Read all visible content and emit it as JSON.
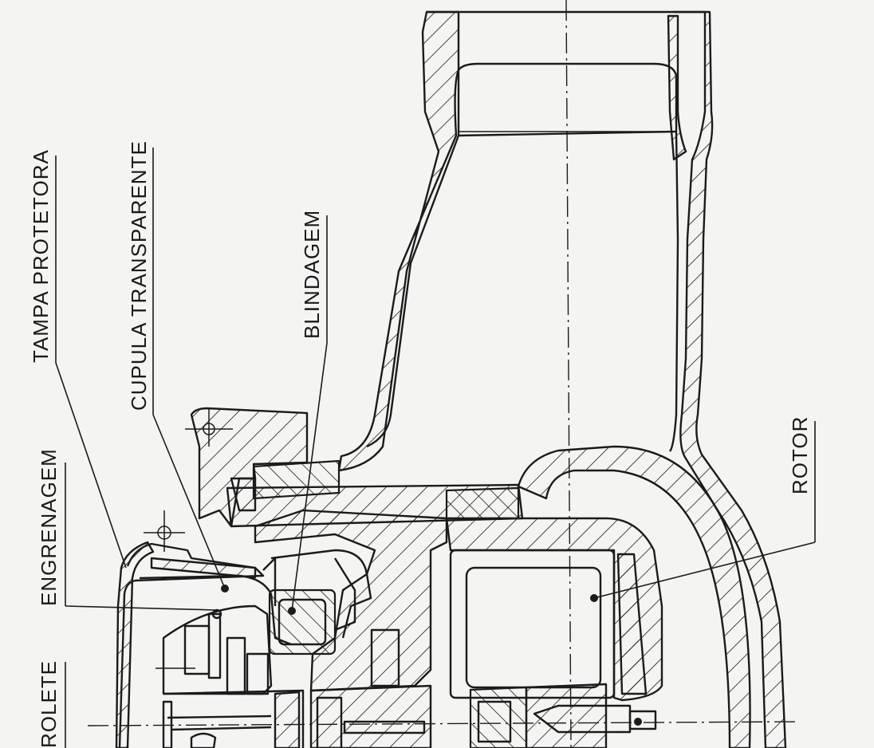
{
  "labels": {
    "tampa_protetora": "TAMPA PROTETORA",
    "cupula_transparente": "CUPULA TRANSPARENTE",
    "blindagem": "BLINDAGEM",
    "engrenagem": "ENGRENAGEM",
    "rolete": "ROLETE",
    "rotor": "ROTOR"
  }
}
